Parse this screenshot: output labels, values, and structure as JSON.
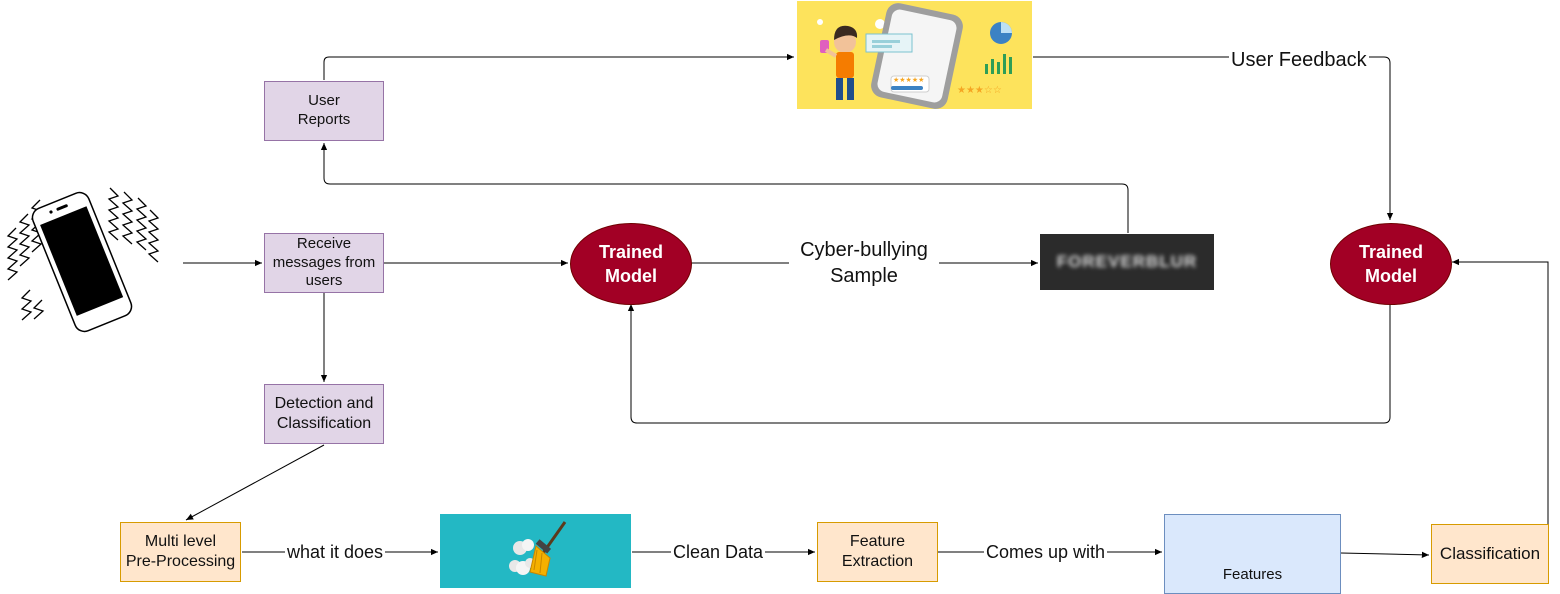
{
  "nodes": {
    "user_reports": "User\nReports",
    "receive_messages": "Receive\nmessages from\nusers",
    "detection": "Detection and\nClassification",
    "trained_model_left": "Trained\nModel",
    "trained_model_right": "Trained\nModel",
    "blur_image_text": "FOREVERBLUR",
    "multi_level": "Multi level\nPre-Processing",
    "feature_extraction": "Feature\nExtraction",
    "features": "Features",
    "classification": "Classification"
  },
  "edges": {
    "user_feedback": "User Feedback",
    "cyber_sample": "Cyber-bullying\nSample",
    "what_it_does": "what it does",
    "clean_data": "Clean Data",
    "comes_up_with": "Comes up with"
  },
  "colors": {
    "purple_fill": "#e1d5e7",
    "orange_fill": "#ffe6cc",
    "blue_fill": "#dae8fc",
    "model_fill": "#a20025",
    "feedback_bg": "#fde35c",
    "broom_bg": "#23b8c4"
  },
  "icons": [
    "vibrating-phone-icon",
    "feedback-illustration-icon",
    "broom-icon"
  ]
}
